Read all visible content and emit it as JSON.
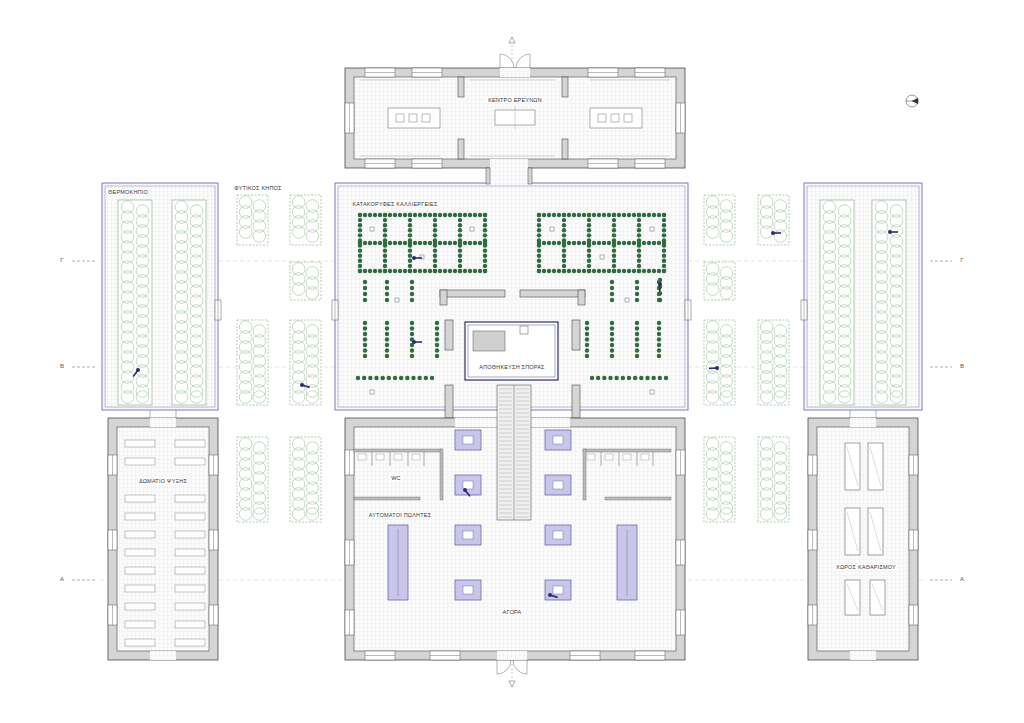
{
  "diagram": {
    "nodes": [
      {
        "text": [
          "ΚΕΝΤΡΟ ΕΡΕΥΝΩΝ"
        ]
      },
      {
        "text": [
          "ΘΕΡΜΟΚΗΠΙΟ"
        ]
      },
      {
        "text": [
          "ΚΑΤΑΚΟΡΥΦΕΣ ΚΑΛΛΙΕΡΓΕΙΕΣ"
        ]
      },
      {
        "text": [
          "ΑΠΟΘΗΚΕΥΣΗ ΣΠΟΡΑΣ"
        ],
        "in": 2
      },
      {
        "text": [
          "ΑΓΟΡΑ"
        ]
      },
      {
        "text": [
          "ΔΩΜΑΤΙΟ ΨΥΞΗΣ"
        ]
      },
      {
        "text": [
          "ΧΩΡΟΣ ΚΑΘΑΡΙΣΜΟΥ"
        ]
      }
    ],
    "labels": [
      "ΦΥΤΙΚΟΣ ΚΗΠΟΣ",
      "WC",
      "ΑΥΤΟΜΑΤΟΙ ΠΩΛΗΤΕΣ",
      "Γ",
      "Β",
      "Α",
      "Γ",
      "Β",
      "Α"
    ]
  }
}
